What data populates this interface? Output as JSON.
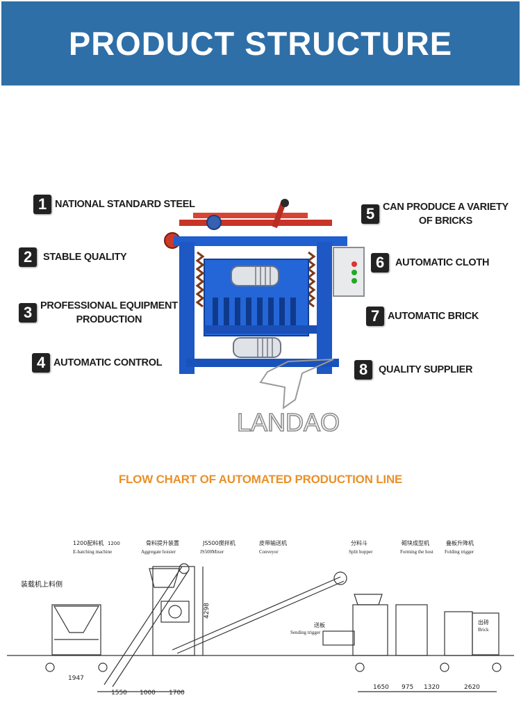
{
  "header": {
    "title": "PRODUCT STRUCTURE"
  },
  "features": [
    {
      "num": "1",
      "text": "NATIONAL STANDARD STEEL"
    },
    {
      "num": "2",
      "text": "STABLE QUALITY"
    },
    {
      "num": "3",
      "text": "PROFESSIONAL EQUIPMENT PRODUCTION",
      "line1": "PROFESSIONAL EQUIPMENT",
      "line2": "PRODUCTION"
    },
    {
      "num": "4",
      "text": "AUTOMATIC CONTROL"
    },
    {
      "num": "5",
      "text": "CAN PRODUCE A VARIETY OF BRICKS",
      "line1": "CAN PRODUCE A VARIETY",
      "line2": "OF BRICKS"
    },
    {
      "num": "6",
      "text": "AUTOMATIC CLOTH"
    },
    {
      "num": "7",
      "text": "AUTOMATIC BRICK"
    },
    {
      "num": "8",
      "text": "QUALITY SUPPLIER"
    }
  ],
  "logo": {
    "text": "LANDAO"
  },
  "flow": {
    "title": "FLOW CHART OF AUTOMATED PRODUCTION LINE",
    "labels": {
      "batching_cn": "1200配料机",
      "batching_num": "1200",
      "batching_en": "E-batching machine",
      "loader_cn": "装载机上料侧",
      "hoister_cn": "骨料提升装置",
      "hoister_en": "Aggregate hoister",
      "mixer_cn": "JS500搅拌机",
      "mixer_en": "JS500Mixer",
      "conveyor_cn": "皮带输送机",
      "conveyor_en": "Conveyor",
      "hopper_cn": "分料斗",
      "hopper_en": "Split hopper",
      "forming_cn": "砌块成型机",
      "forming_en": "Forming the host",
      "folding_cn": "叠板升降机",
      "folding_en": "Folding trigger",
      "sending_cn": "送板",
      "sending_en": "Sending trigger",
      "brick_cn": "出砖",
      "brick_en": "Brick"
    },
    "dimensions": {
      "d1947": "1947",
      "d1550": "1550",
      "d1000": "1000",
      "d1700": "1700",
      "d4298": "4298",
      "d1650": "1650",
      "d975": "975",
      "d1320": "1320",
      "d2620": "2620"
    }
  },
  "colors": {
    "banner": "#2f6fa8",
    "flow_title": "#e8912a",
    "machine_blue": "#1f5fd0",
    "machine_red": "#d23a2a"
  }
}
